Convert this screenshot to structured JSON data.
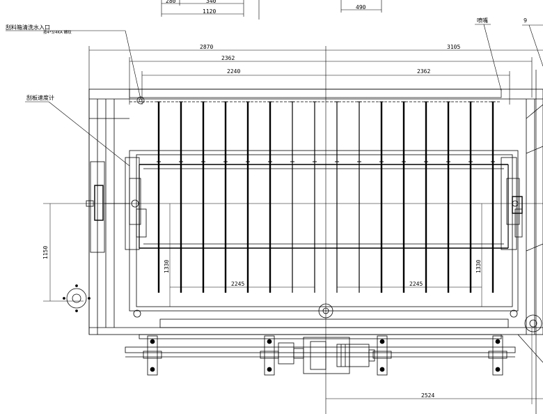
{
  "labels": {
    "leader_top_left": "刮料箱清洗水入口",
    "leader_top_left_sub": "按4*3/4KA 螺纹",
    "leader_left_mid": "刮板速度计",
    "leader_top_right": "喷嘴",
    "part_number": "9"
  },
  "dimensions": {
    "top_a": "280",
    "top_b": "340",
    "top_c": "1120",
    "top_right": "490",
    "overall_left": "2870",
    "overall_right": "3105",
    "span_left": "2362",
    "span_right": "2362",
    "inner_left": "2240",
    "height_left": "1150",
    "vert_left": "1330",
    "vert_right": "1330",
    "bottom_left": "2245",
    "bottom_right": "2245",
    "base_right": "2524"
  }
}
